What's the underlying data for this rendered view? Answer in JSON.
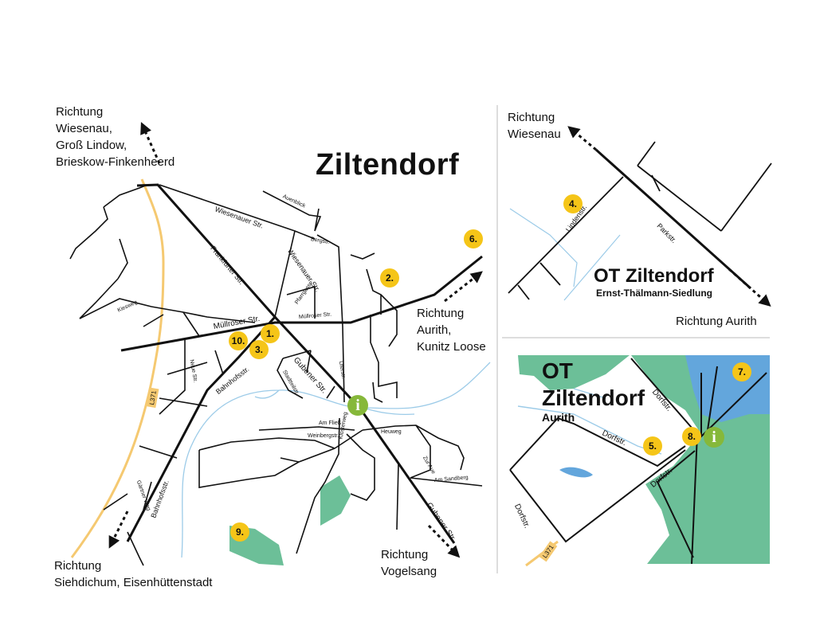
{
  "colors": {
    "marker": "#f5c518",
    "info": "#86b83a",
    "highway": "#f5c971",
    "water": "#9ccbe8",
    "green": "#6cbf98",
    "lake": "#63a6dc"
  },
  "main_map": {
    "title": "Ziltendorf",
    "directions": {
      "nw": [
        "Richtung",
        "Wiesenau,",
        "Groß Lindow,",
        "Brieskow-Finkenheerd"
      ],
      "east": [
        "Richtung",
        "Aurith,",
        "Kunitz Loose"
      ],
      "sw": [
        "Richtung",
        "Siehdichum, Eisenhüttenstadt"
      ],
      "se": [
        "Richtung",
        "Vogelsang"
      ]
    },
    "streets": {
      "wiesenauer1": "Wiesenauer Str.",
      "wiesenauer2": "Wiesenauer Str.",
      "frankfurter": "Frankfurter Str.",
      "muellroser": "Müllroser Str.",
      "muellroser2": "Müllroser Str.",
      "gubener": "Gubener Str.",
      "gubener2": "Gubener Str.",
      "bahnhofs": "Bahnhofsstr.",
      "bahnhofs2": "Bahnhofsstr.",
      "auenblick": "Auenblick",
      "berg": "Bergstr.",
      "pfarr": "Pfarrgasse",
      "kiesweg": "Kiesweg",
      "neue": "Neue Str.",
      "stadtteil": "Stadtteilstr.",
      "uferstr": "Uferstr.",
      "amfliess": "Am Fließ",
      "weinberg": "Weinbergstr.",
      "kloster": "Klosterweg",
      "heuweg": "Heuweg",
      "zuraue": "Zur Aue",
      "amsandberg": "Am Sandberg",
      "gartnerweg": "Gärtner Weg",
      "highway": "L371"
    },
    "markers": [
      "1.",
      "2.",
      "3.",
      "6.",
      "9.",
      "10."
    ],
    "info_symbol": "i"
  },
  "inset_top": {
    "title": "OT Ziltendorf",
    "subtitle": "Ernst-Thälmann-Siedlung",
    "direction_nw": [
      "Richtung",
      "Wiesenau"
    ],
    "direction_se": "Richtung Aurith",
    "streets": {
      "linden": "Lindenstr.",
      "park": "Parkstr."
    },
    "markers": [
      "4."
    ]
  },
  "inset_bottom": {
    "title": [
      "OT",
      "Ziltendorf"
    ],
    "subtitle": "Aurith",
    "streets": {
      "dorf1": "Dorfstr.",
      "dorf2": "Dorfstr.",
      "dorf3": "Dorfstr.",
      "dorf4": "Dorfstr."
    },
    "highway": "L371",
    "markers": [
      "5.",
      "7.",
      "8."
    ],
    "info_symbol": "i"
  }
}
